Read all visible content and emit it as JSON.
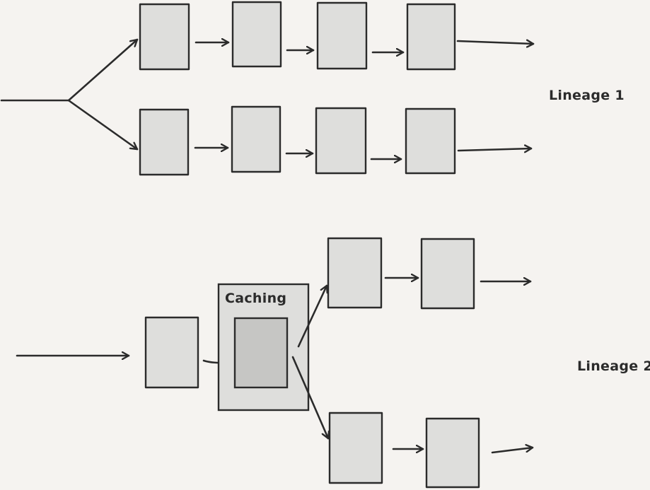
{
  "labels": {
    "lineage_1": "Lineage 1",
    "lineage_2": "Lineage 2",
    "caching": "Caching"
  },
  "colors": {
    "background": "#f5f3f0",
    "box_fill": "#dededc",
    "cached_box_fill": "#c6c6c4",
    "ink": "#2b2b2b"
  }
}
